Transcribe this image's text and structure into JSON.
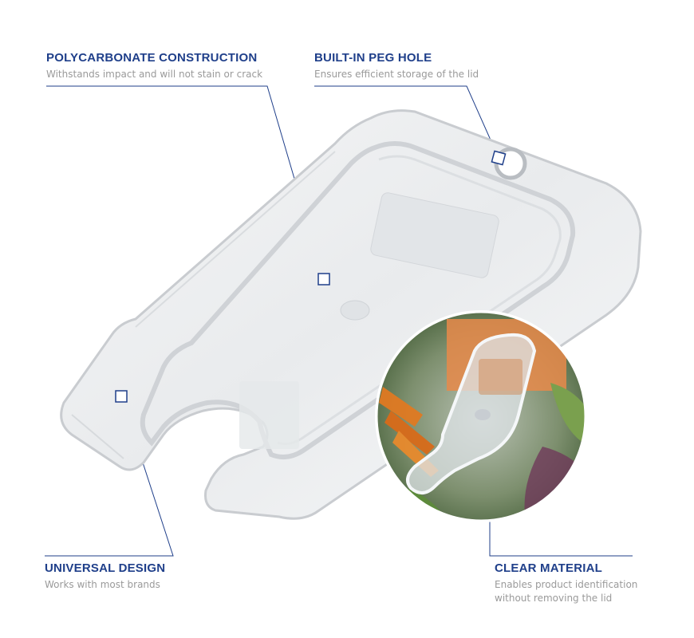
{
  "callouts": {
    "polycarbonate": {
      "title": "POLYCARBONATE CONSTRUCTION",
      "description": "Withstands impact and will not stain or crack"
    },
    "peg_hole": {
      "title": "BUILT-IN PEG HOLE",
      "description": "Ensures efficient storage of the lid"
    },
    "universal": {
      "title": "UNIVERSAL DESIGN",
      "description": "Works with most brands"
    },
    "clear": {
      "title": "CLEAR MATERIAL",
      "description_line1": "Enables product identification",
      "description_line2": "without removing the lid"
    }
  },
  "colors": {
    "accent": "#1f3f8a",
    "description_text": "#9a9a9a",
    "marker": "#1f3f8a"
  },
  "icons": [
    "square-marker",
    "product-photo",
    "inset-photo"
  ]
}
